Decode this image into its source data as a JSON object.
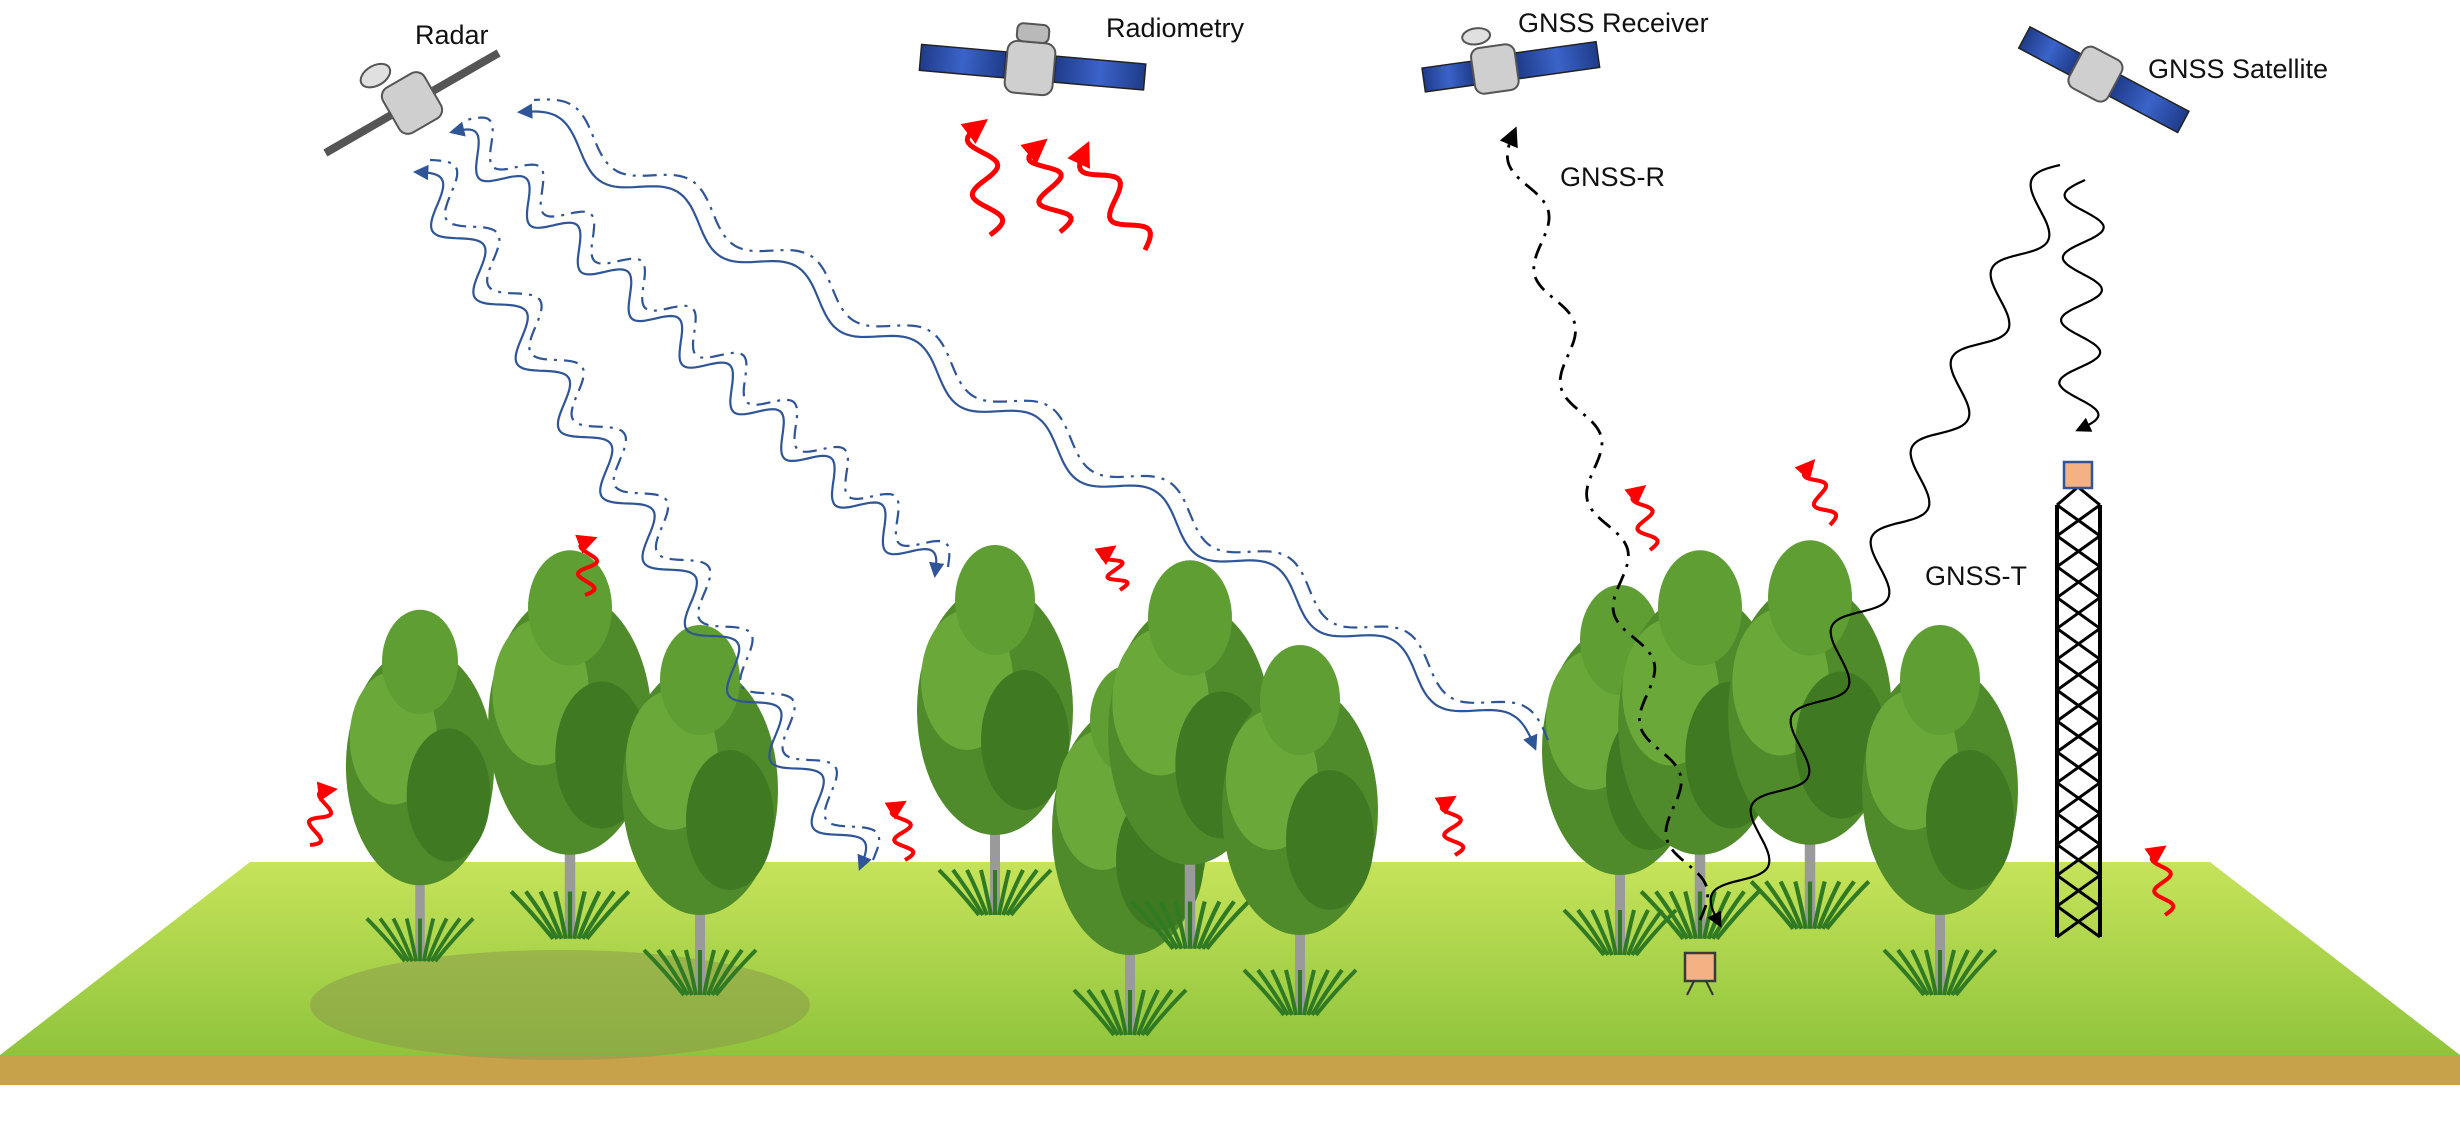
{
  "labels": {
    "radar": "Radar",
    "radiometry": "Radiometry",
    "gnss_receiver": "GNSS Receiver",
    "gnss_satellite": "GNSS Satellite",
    "gnss_r": "GNSS-R",
    "gnss_t": "GNSS-T"
  },
  "colors": {
    "radar_wave": "#2f5597",
    "emission_wave": "#ff0000",
    "gnss_wave": "#000000",
    "ground_top": "#b5d84a",
    "ground_side": "#c9a64f",
    "foliage": "#4f8a2b",
    "trunk": "#9a9a9a",
    "sensor_box": "#f4b183"
  },
  "icons": {
    "satellite": "satellite-icon",
    "tree": "tree-icon",
    "tower": "lattice-tower-icon",
    "sensor": "ground-sensor-icon"
  }
}
